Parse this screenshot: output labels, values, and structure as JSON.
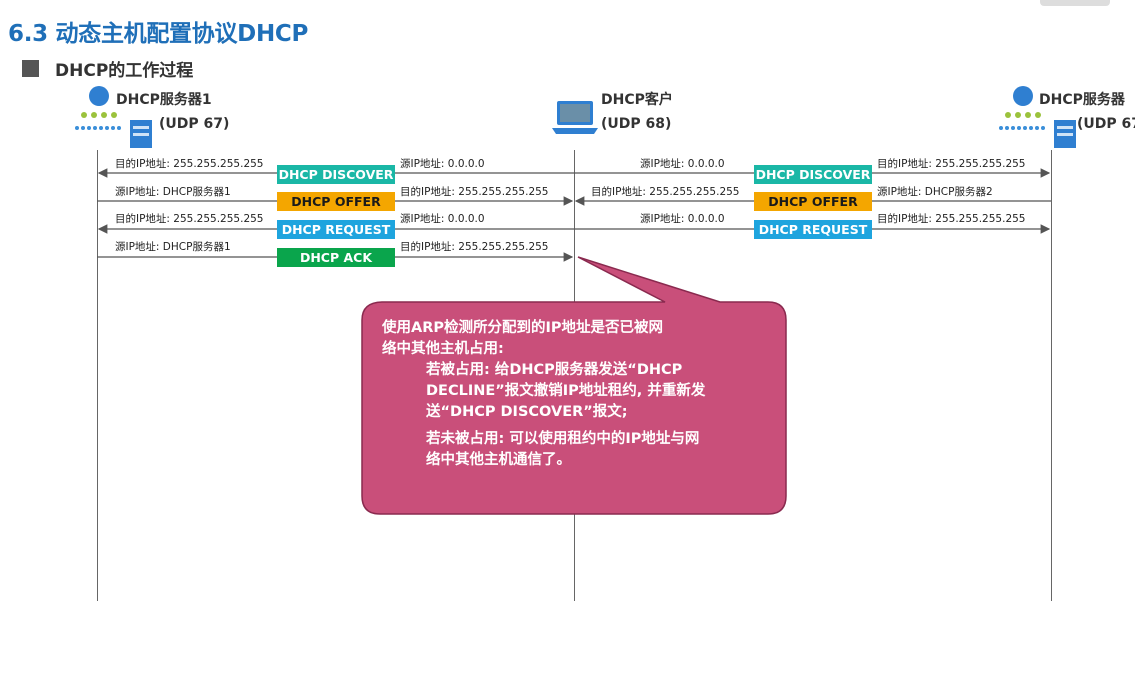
{
  "title": "6.3 动态主机配置协议DHCP",
  "subtitle": "DHCP的工作过程",
  "nodes": {
    "server1": {
      "name": "DHCP服务器1",
      "port": "(UDP 67)"
    },
    "client": {
      "name": "DHCP客户",
      "port": "(UDP 68)"
    },
    "server2": {
      "name": "DHCP服务器",
      "port": "(UDP 67"
    }
  },
  "messages": {
    "discover": "DHCP DISCOVER",
    "offer": "DHCP OFFER",
    "request": "DHCP REQUEST",
    "ack": "DHCP ACK"
  },
  "labels": {
    "dst_broadcast": "目的IP地址: 255.255.255.255",
    "src_zero": "源IP地址:   0.0.0.0",
    "src_server1": "源IP地址: DHCP服务器1",
    "src_server2": "源IP地址: DHCP服务器2"
  },
  "callout": {
    "line1": "使用ARP检测所分配到的IP地址是否已被网",
    "line2": "络中其他主机占用:",
    "item1_l1": "若被占用: 给DHCP服务器发送“DHCP",
    "item1_l2": "DECLINE”报文撤销IP地址租约, 并重新发",
    "item1_l3": "送“DHCP DISCOVER”报文;",
    "item2_l1": "若未被占用: 可以使用租约中的IP地址与网",
    "item2_l2": "络中其他主机通信了。"
  },
  "colors": {
    "title": "#1f6fb8",
    "discover": "#1ab7a6",
    "offer": "#f4a600",
    "request": "#1ea4de",
    "ack": "#0aa54c",
    "callout": "#c94f7a"
  },
  "icons": {
    "server1": "server-icon",
    "client": "laptop-icon",
    "server2": "server-icon"
  }
}
